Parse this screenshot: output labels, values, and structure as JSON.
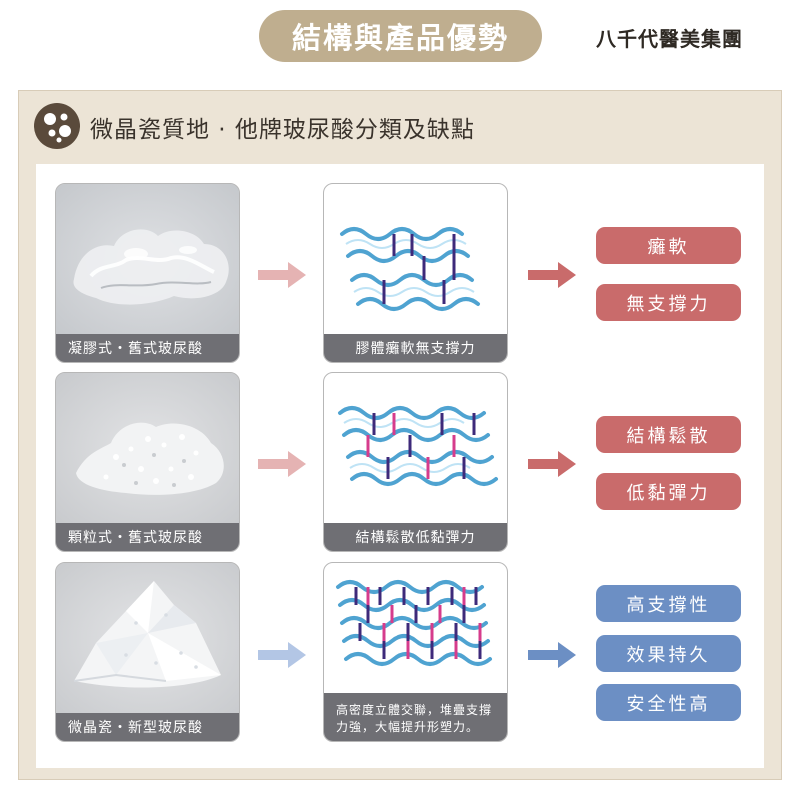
{
  "header": {
    "title": "結構與產品優勢",
    "brand": "八千代醫美集團"
  },
  "section": {
    "title": "微晶瓷質地 · 他牌玻尿酸分類及缺點"
  },
  "rows": [
    {
      "photo_caption": "凝膠式・舊式玻尿酸",
      "network_caption": "膠體癱軟無支撐力",
      "tags": [
        "癱軟",
        "無支撐力"
      ],
      "tag_color": "#c96b6b"
    },
    {
      "photo_caption": "顆粒式・舊式玻尿酸",
      "network_caption": "結構鬆散低黏彈力",
      "tags": [
        "結構鬆散",
        "低黏彈力"
      ],
      "tag_color": "#c96b6b"
    },
    {
      "photo_caption": "微晶瓷・新型玻尿酸",
      "network_caption_line1": "高密度立體交聯，堆疊支撐",
      "network_caption_line2": "力強，大幅提升形塑力。",
      "tags": [
        "高支撐性",
        "效果持久",
        "安全性高"
      ],
      "tag_color": "#6c8fc4"
    }
  ],
  "colors": {
    "title_pill": "#bfae8f",
    "frame": "#ece4d6",
    "negative": "#c96b6b",
    "positive": "#6c8fc4",
    "caption_bar": "#6f6f74"
  }
}
